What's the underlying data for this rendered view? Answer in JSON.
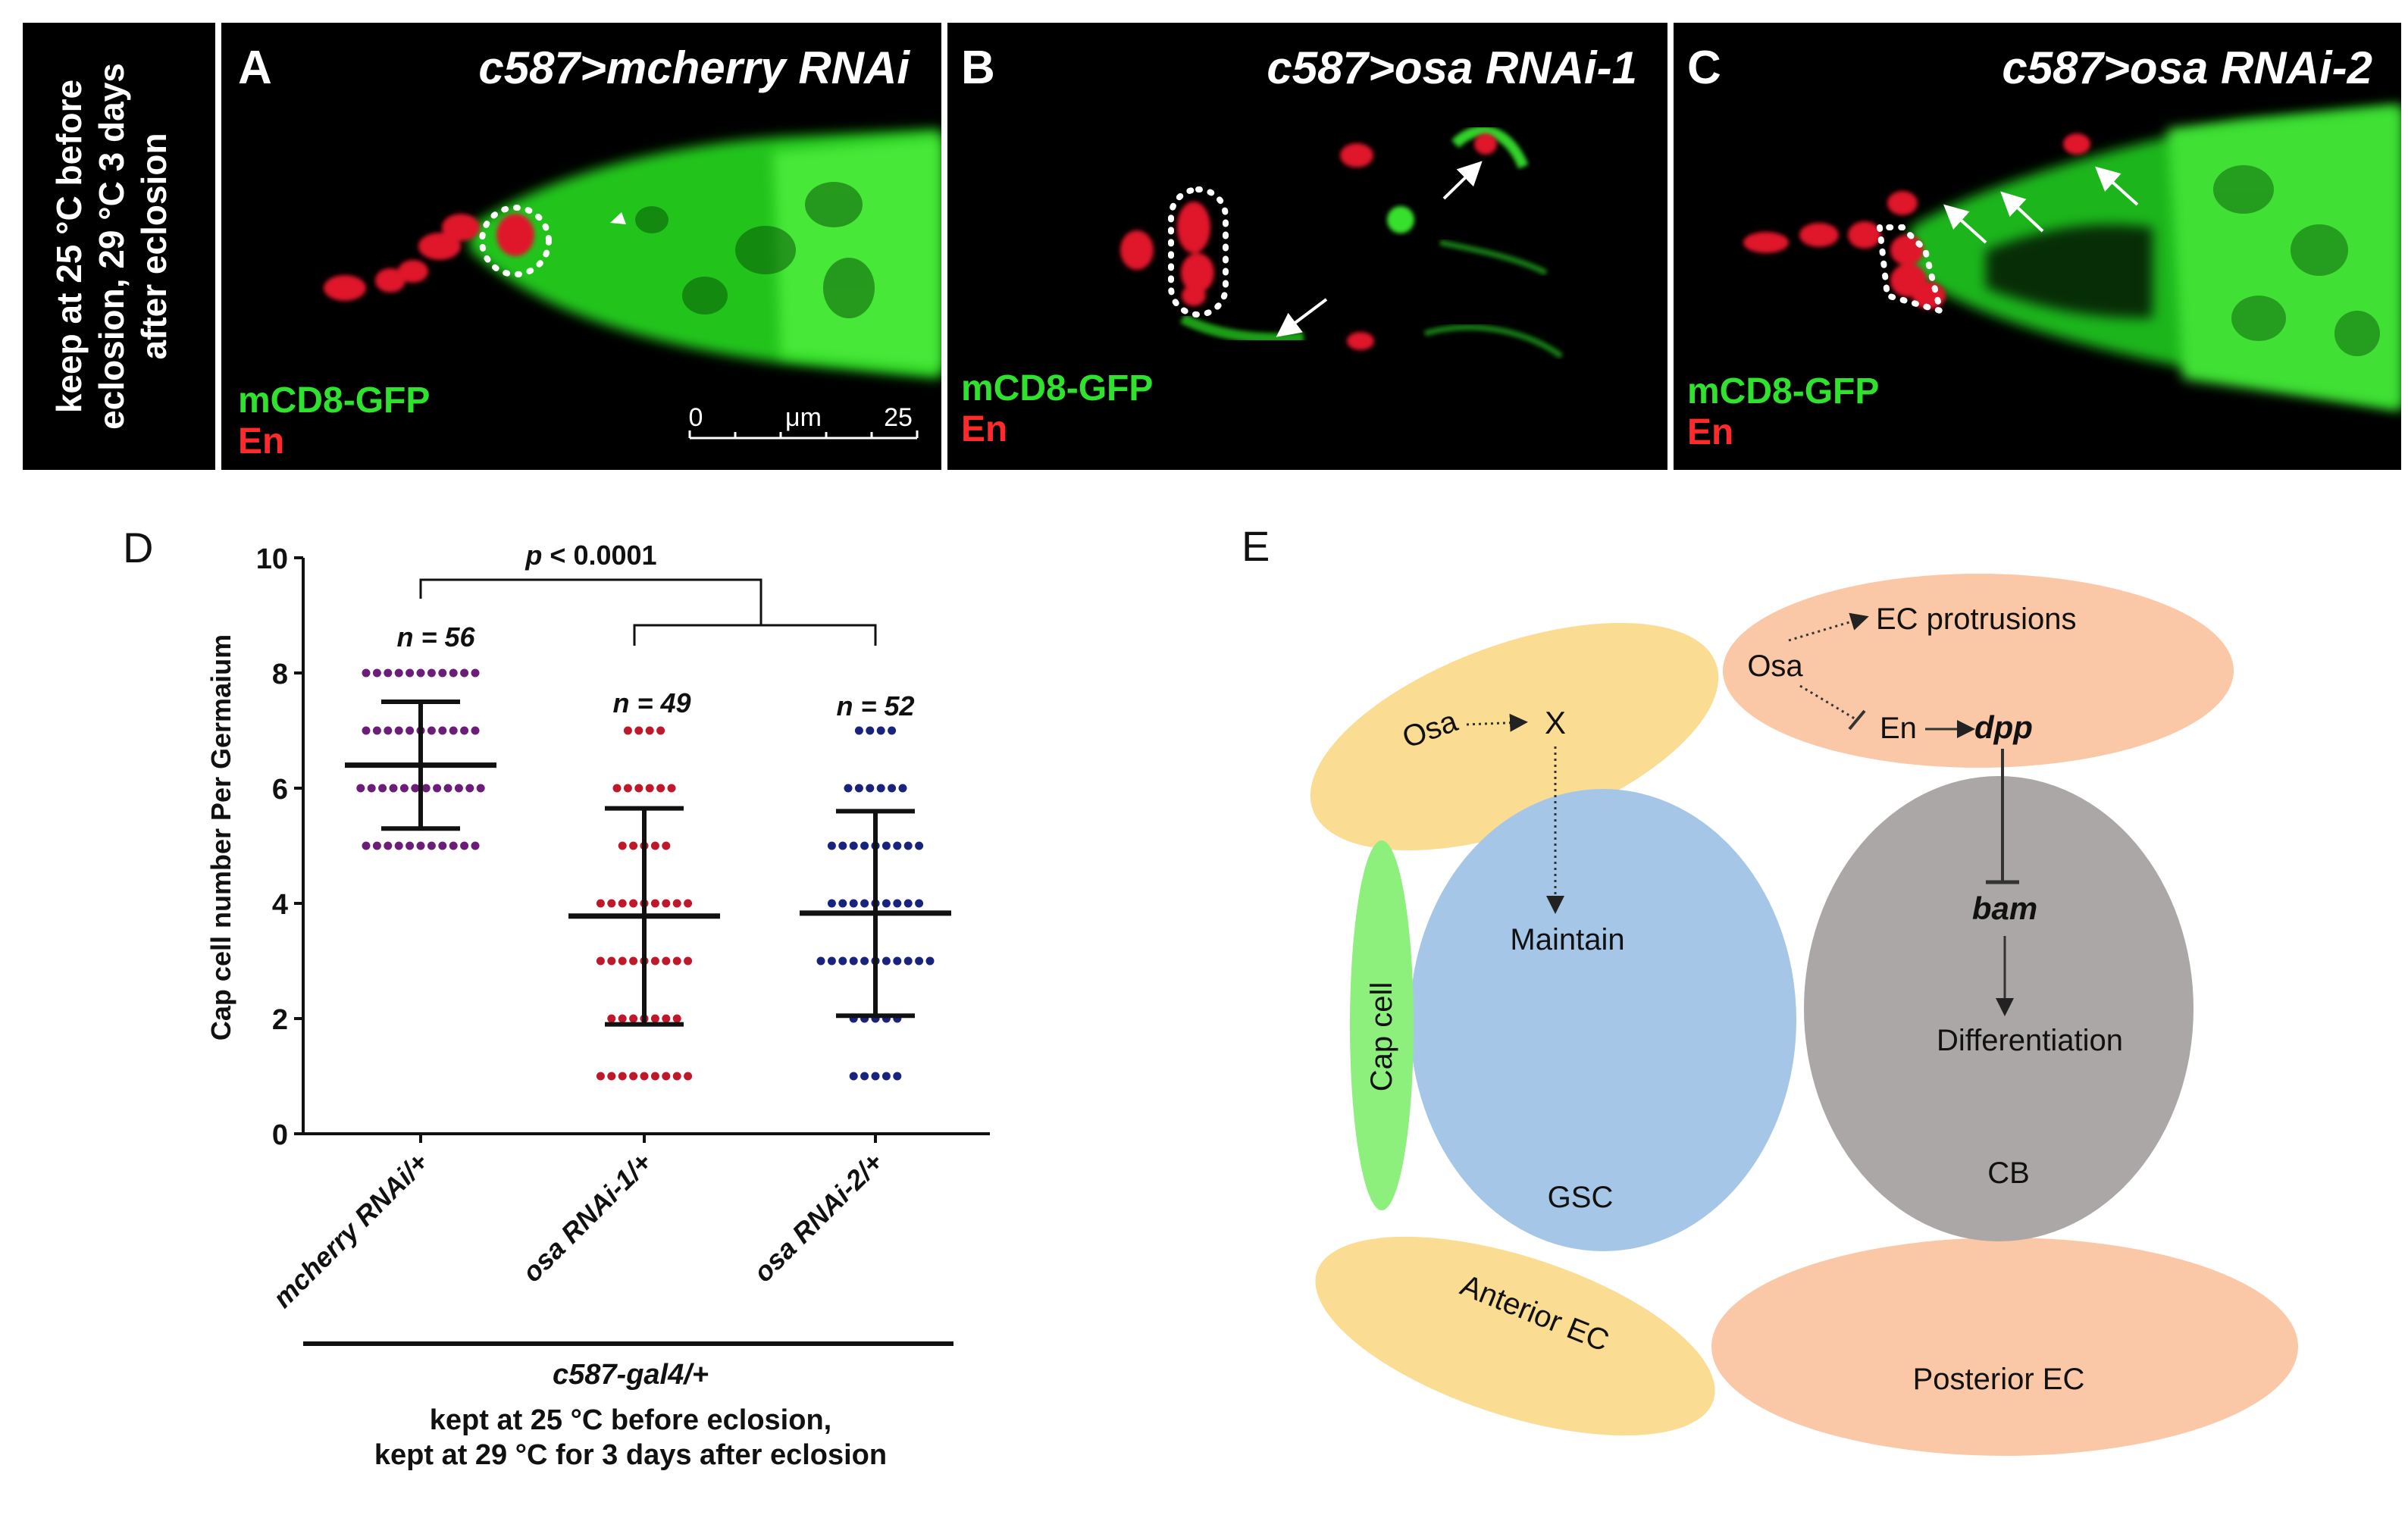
{
  "side_label": {
    "line1": "keep at 25 °C before",
    "line2": "eclosion, 29 °C 3 days",
    "line3": "after eclosion"
  },
  "panels": [
    {
      "letter": "A",
      "title": "c587>mcherry RNAi",
      "green": "mCD8-GFP",
      "red": "En"
    },
    {
      "letter": "B",
      "title": "c587>osa RNAi-1",
      "green": "mCD8-GFP",
      "red": "En"
    },
    {
      "letter": "C",
      "title": "c587>osa RNAi-2",
      "green": "mCD8-GFP",
      "red": "En"
    }
  ],
  "scale_bar": {
    "start": "0",
    "unit": "μm",
    "end": "25"
  },
  "panel_d": {
    "letter": "D",
    "pvalue_prefix": "p",
    "pvalue_rest": " < 0.0001",
    "n_labels": [
      "n = 56",
      "n = 49",
      "n = 52"
    ],
    "genotype": "c587-gal4/+",
    "condition_line1": "kept at 25 °C before eclosion,",
    "condition_line2": "kept at 29 °C for 3 days after eclosion"
  },
  "chart_data": {
    "type": "scatter",
    "ylabel": "Cap cell number Per Germaium",
    "ylim": [
      0,
      10
    ],
    "yticks": [
      0,
      2,
      4,
      6,
      8,
      10
    ],
    "categories": [
      "mcherry RNAi/+",
      "osa RNAi-1/+",
      "osa RNAi-2/+"
    ],
    "series": [
      {
        "color": "#6b1d79",
        "mean": 6.4,
        "sd_low": 5.3,
        "sd_high": 7.5,
        "counts": [
          {
            "y": 8,
            "n": 11
          },
          {
            "y": 7,
            "n": 11
          },
          {
            "y": 6,
            "n": 12
          },
          {
            "y": 5,
            "n": 11
          }
        ]
      },
      {
        "color": "#c0182a",
        "mean": 3.78,
        "sd_low": 1.9,
        "sd_high": 5.65,
        "counts": [
          {
            "y": 7,
            "n": 4
          },
          {
            "y": 6,
            "n": 6
          },
          {
            "y": 5,
            "n": 5
          },
          {
            "y": 4,
            "n": 9
          },
          {
            "y": 3,
            "n": 9
          },
          {
            "y": 2,
            "n": 7
          },
          {
            "y": 1,
            "n": 9
          }
        ]
      },
      {
        "color": "#17237d",
        "mean": 3.83,
        "sd_low": 2.05,
        "sd_high": 5.6,
        "counts": [
          {
            "y": 7,
            "n": 4
          },
          {
            "y": 6,
            "n": 6
          },
          {
            "y": 5,
            "n": 9
          },
          {
            "y": 4,
            "n": 9
          },
          {
            "y": 3,
            "n": 11
          },
          {
            "y": 2,
            "n": 5
          },
          {
            "y": 1,
            "n": 5
          }
        ]
      }
    ]
  },
  "panel_e": {
    "letter": "E",
    "osa_left": "Osa",
    "x_label": "X",
    "maintain": "Maintain",
    "gsc": "GSC",
    "cap_cell": "Cap cell",
    "anterior_ec": "Anterior EC",
    "osa_right": "Osa",
    "ec_protrusions": "EC protrusions",
    "en": "En",
    "dpp": "dpp",
    "bam": "bam",
    "differentiation": "Differentiation",
    "cb": "CB",
    "posterior_ec": "Posterior EC"
  }
}
